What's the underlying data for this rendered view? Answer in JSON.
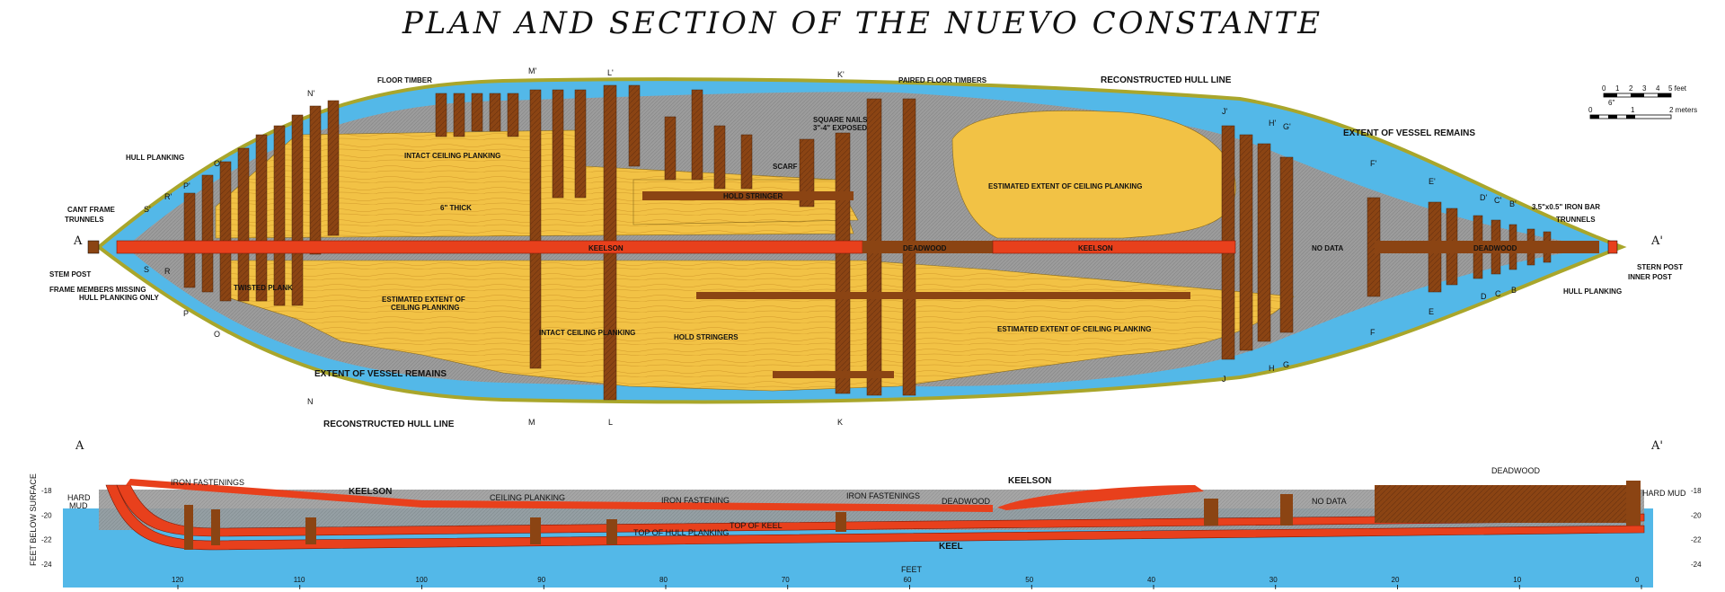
{
  "title": "PLAN AND SECTION OF THE NUEVO CONSTANTE",
  "section_markers": {
    "A": "A",
    "A_prime": "A'",
    "top": [
      "N'",
      "M'",
      "L'",
      "K'",
      "J'",
      "H'",
      "G'",
      "F'",
      "E'",
      "D'",
      "C'",
      "B'",
      "O'",
      "P'",
      "R'",
      "S'"
    ],
    "bottom": [
      "N",
      "M",
      "L",
      "K",
      "J",
      "H",
      "G",
      "F",
      "E",
      "D",
      "C",
      "B",
      "O",
      "P",
      "R",
      "S"
    ]
  },
  "plan_labels": {
    "floor_timber": "FLOOR TIMBER",
    "paired_floor_timbers": "PAIRED FLOOR TIMBERS",
    "reconstructed_hull_line_top": "RECONSTRUCTED HULL LINE",
    "reconstructed_hull_line_bottom": "RECONSTRUCTED HULL LINE",
    "hull_planking_left": "HULL PLANKING",
    "hull_planking_right": "HULL PLANKING",
    "cant_frame": "CANT FRAME",
    "trunnels_left": "TRUNNELS",
    "trunnels_right": "TRUNNELS",
    "stem_post": "STEM POST",
    "frame_members_missing": "FRAME MEMBERS MISSING",
    "hull_planking_only": "HULL PLANKING ONLY",
    "intact_ceiling_planking_top": "INTACT CEILING PLANKING",
    "intact_ceiling_planking_bottom": "INTACT CEILING PLANKING",
    "thick": "6\" THICK",
    "square_nails": "SQUARE NAILS",
    "square_nails_2": "3\"-4\" EXPOSED",
    "scarf": "SCARF",
    "hold_stringer": "HOLD STRINGER",
    "hold_stringers": "HOLD STRINGERS",
    "estimated_top_right": "ESTIMATED EXTENT OF CEILING PLANKING",
    "estimated_bottom_left_1": "ESTIMATED EXTENT OF",
    "estimated_bottom_left_2": "CEILING PLANKING",
    "estimated_bottom_right": "ESTIMATED EXTENT OF CEILING PLANKING",
    "keelson_left": "KEELSON",
    "keelson_right": "KEELSON",
    "deadwood_mid": "DEADWOOD",
    "deadwood_right": "DEADWOOD",
    "no_data": "NO DATA",
    "twisted_plank": "TWISTED PLANK",
    "extent_vessel_left": "EXTENT OF VESSEL REMAINS",
    "extent_vessel_right": "EXTENT OF VESSEL REMAINS",
    "iron_bar": "3.5\"x0.5\" IRON BAR",
    "stern_post": "STERN POST",
    "inner_post": "INNER POST"
  },
  "scale": {
    "feet_ticks": [
      "0",
      "1",
      "2",
      "3",
      "4",
      "5 feet"
    ],
    "inch_mark": "6\"",
    "meter_ticks": [
      "0",
      "1",
      "2 meters"
    ]
  },
  "section_labels": {
    "iron_fastenings_left": "IRON FASTENINGS",
    "hard_mud_left_1": "HARD",
    "hard_mud_left_2": "MUD",
    "keelson_left": "KEELSON",
    "ceiling_planking": "CEILING PLANKING",
    "iron_fastening": "IRON FASTENING",
    "iron_fastenings_mid": "IRON FASTENINGS",
    "deadwood_mid": "DEADWOOD",
    "keelson_right": "KEELSON",
    "deadwood_right": "DEADWOOD",
    "hard_mud_right": "HARD MUD",
    "no_data": "NO DATA",
    "top_of_hull_planking": "TOP OF HULL PLANKING",
    "top_of_keel": "TOP OF KEEL",
    "keel": "KEEL",
    "feet_axis": "FEET",
    "depth_axis": "FEET BELOW SURFACE"
  },
  "chart_data": {
    "type": "diagram",
    "x_ticks": [
      "120",
      "110",
      "100",
      "90",
      "80",
      "70",
      "60",
      "50",
      "40",
      "30",
      "20",
      "10",
      "0"
    ],
    "depth_ticks_left": [
      "-18",
      "-20",
      "-22",
      "-24"
    ],
    "depth_ticks_right": [
      "-18",
      "-20",
      "-22",
      "-24"
    ]
  },
  "colors": {
    "water": "#53b8e8",
    "planking": "#f2c245",
    "frame": "#8b4413",
    "keelson": "#e8401c",
    "mud": "#9a9a9a",
    "hull_line": "#a9a62b"
  }
}
